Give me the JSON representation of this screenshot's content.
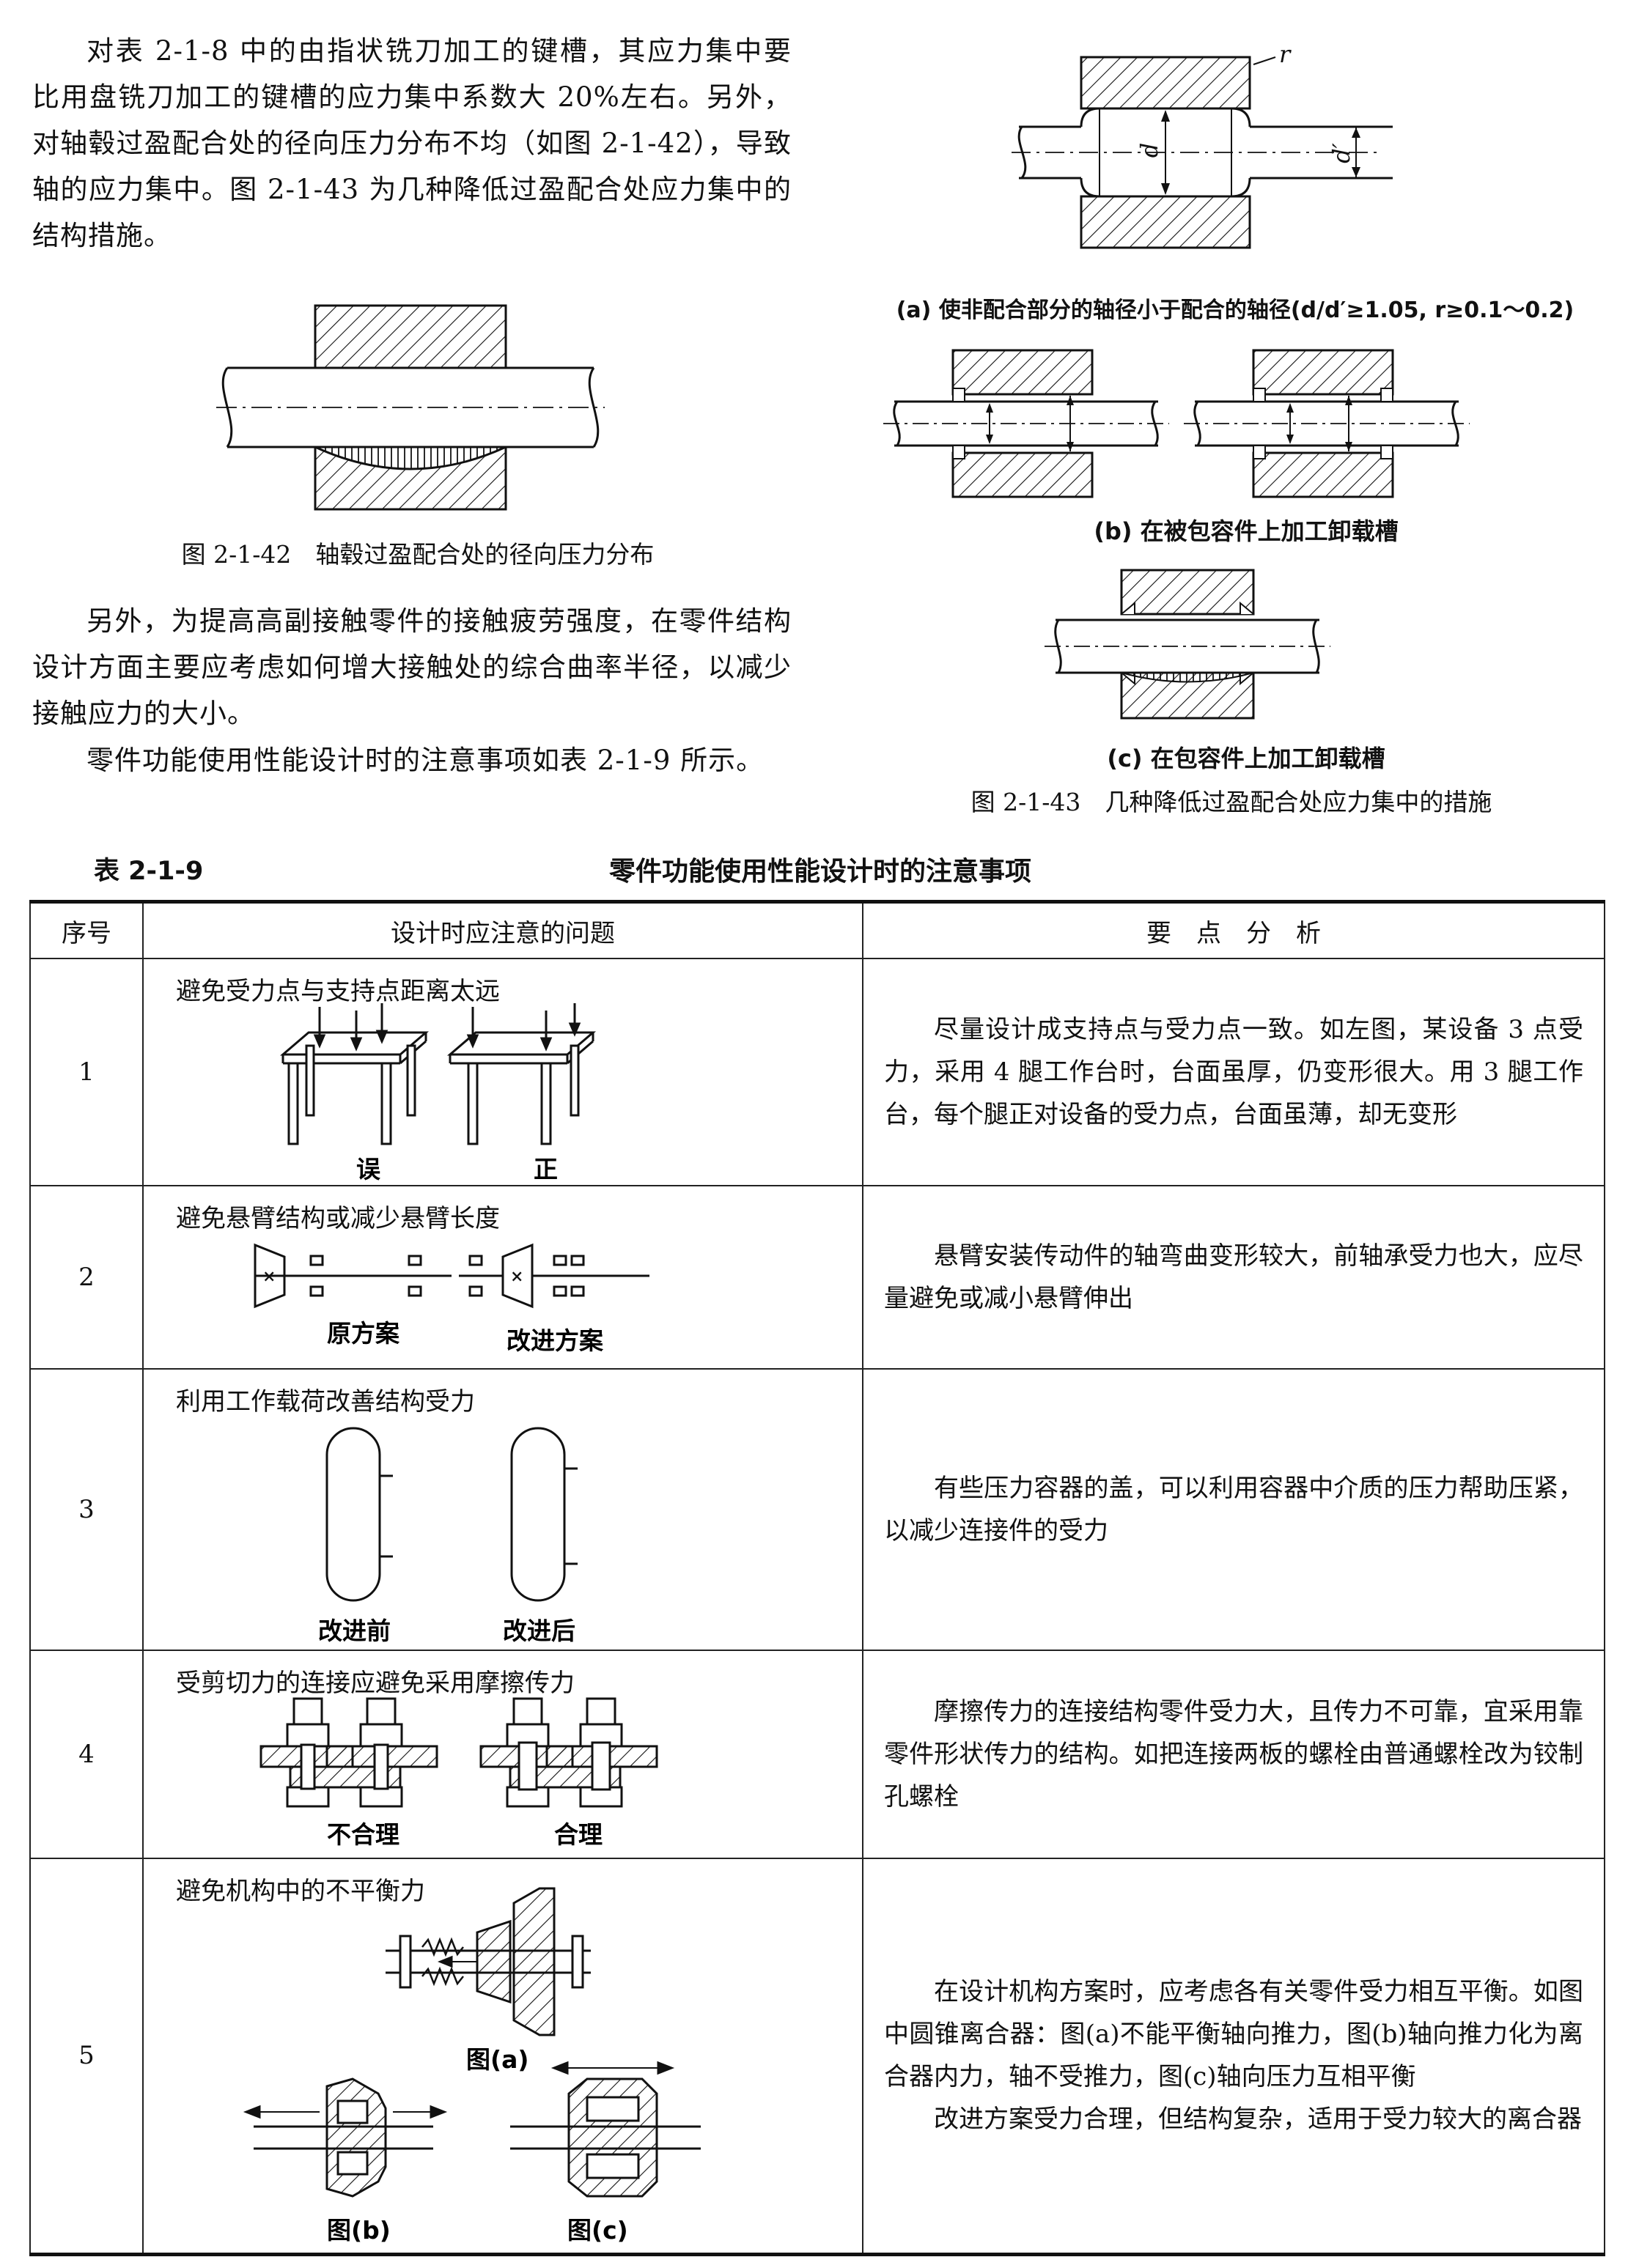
{
  "intro_paragraph": "对表 2-1-8 中的由指状铣刀加工的键槽，其应力集中要比用盘铣刀加工的键槽的应力集中系数大 20%左右。另外，对轴毂过盈配合处的径向压力分布不均（如图 2-1-42），导致轴的应力集中。图 2-1-43 为几种降低过盈配合处应力集中的结构措施。",
  "fig42": {
    "caption": "图 2-1-42　轴毂过盈配合处的径向压力分布"
  },
  "paragraph2": "另外，为提高高副接触零件的接触疲劳强度，在零件结构设计方面主要应考虑如何增大接触处的综合曲率半径，以减少接触应力的大小。",
  "paragraph3": "零件功能使用性能设计时的注意事项如表 2-1-9 所示。",
  "fig43": {
    "a_caption": "(a) 使非配合部分的轴径小于配合的轴径(d/d′≥1.05, r≥0.1～0.2)",
    "b_caption": "(b) 在被包容件上加工卸载槽",
    "c_caption": "(c) 在包容件上加工卸载槽",
    "caption": "图 2-1-43　几种降低过盈配合处应力集中的措施",
    "labels": {
      "r": "r",
      "d": "d",
      "d_prime": "d′"
    }
  },
  "table": {
    "number": "表 2-1-9",
    "title": "零件功能使用性能设计时的注意事项",
    "headers": {
      "seq": "序号",
      "issue": "设计时应注意的问题",
      "analysis": "要　点　分　析"
    },
    "rows": [
      {
        "seq": "1",
        "issue": "避免受力点与支持点距离太远",
        "labels": [
          "误",
          "正"
        ],
        "analysis": [
          "尽量设计成支持点与受力点一致。如左图，某设备 3 点受力，采用 4 腿工作台时，台面虽厚，仍变形很大。用 3 腿工作台，每个腿正对设备的受力点，台面虽薄，却无变形"
        ]
      },
      {
        "seq": "2",
        "issue": "避免悬臂结构或减少悬臂长度",
        "labels": [
          "原方案",
          "改进方案"
        ],
        "analysis": [
          "悬臂安装传动件的轴弯曲变形较大，前轴承受力也大，应尽量避免或减小悬臂伸出"
        ]
      },
      {
        "seq": "3",
        "issue": "利用工作载荷改善结构受力",
        "labels": [
          "改进前",
          "改进后"
        ],
        "analysis": [
          "有些压力容器的盖，可以利用容器中介质的压力帮助压紧，以减少连接件的受力"
        ]
      },
      {
        "seq": "4",
        "issue": "受剪切力的连接应避免采用摩擦传力",
        "labels": [
          "不合理",
          "合理"
        ],
        "analysis": [
          "摩擦传力的连接结构零件受力大，且传力不可靠，宜采用靠零件形状传力的结构。如把连接两板的螺栓由普通螺栓改为铰制孔螺栓"
        ]
      },
      {
        "seq": "5",
        "issue": "避免机构中的不平衡力",
        "labels": [
          "图(a)",
          "图(b)",
          "图(c)"
        ],
        "analysis": [
          "在设计机构方案时，应考虑各有关零件受力相互平衡。如图中圆锥离合器：图(a)不能平衡轴向推力，图(b)轴向推力化为离合器内力，轴不受推力，图(c)轴向压力互相平衡",
          "改进方案受力合理，但结构复杂，适用于受力较大的离合器"
        ]
      }
    ]
  }
}
